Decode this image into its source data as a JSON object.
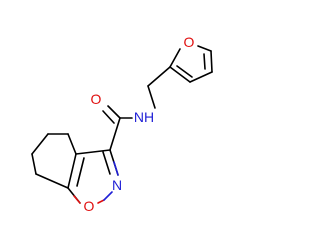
{
  "molecule": {
    "atoms": {
      "carbonyl_oxygen": "O",
      "amide_nitrogen_hydrogen": "NH",
      "furan_oxygen": "O",
      "isoxazole_nitrogen": "N",
      "isoxazole_oxygen": "O"
    },
    "colors": {
      "bond": "#000000",
      "oxygen": "#e01010",
      "nitrogen": "#1f1fd6",
      "background": "#ffffff"
    }
  }
}
